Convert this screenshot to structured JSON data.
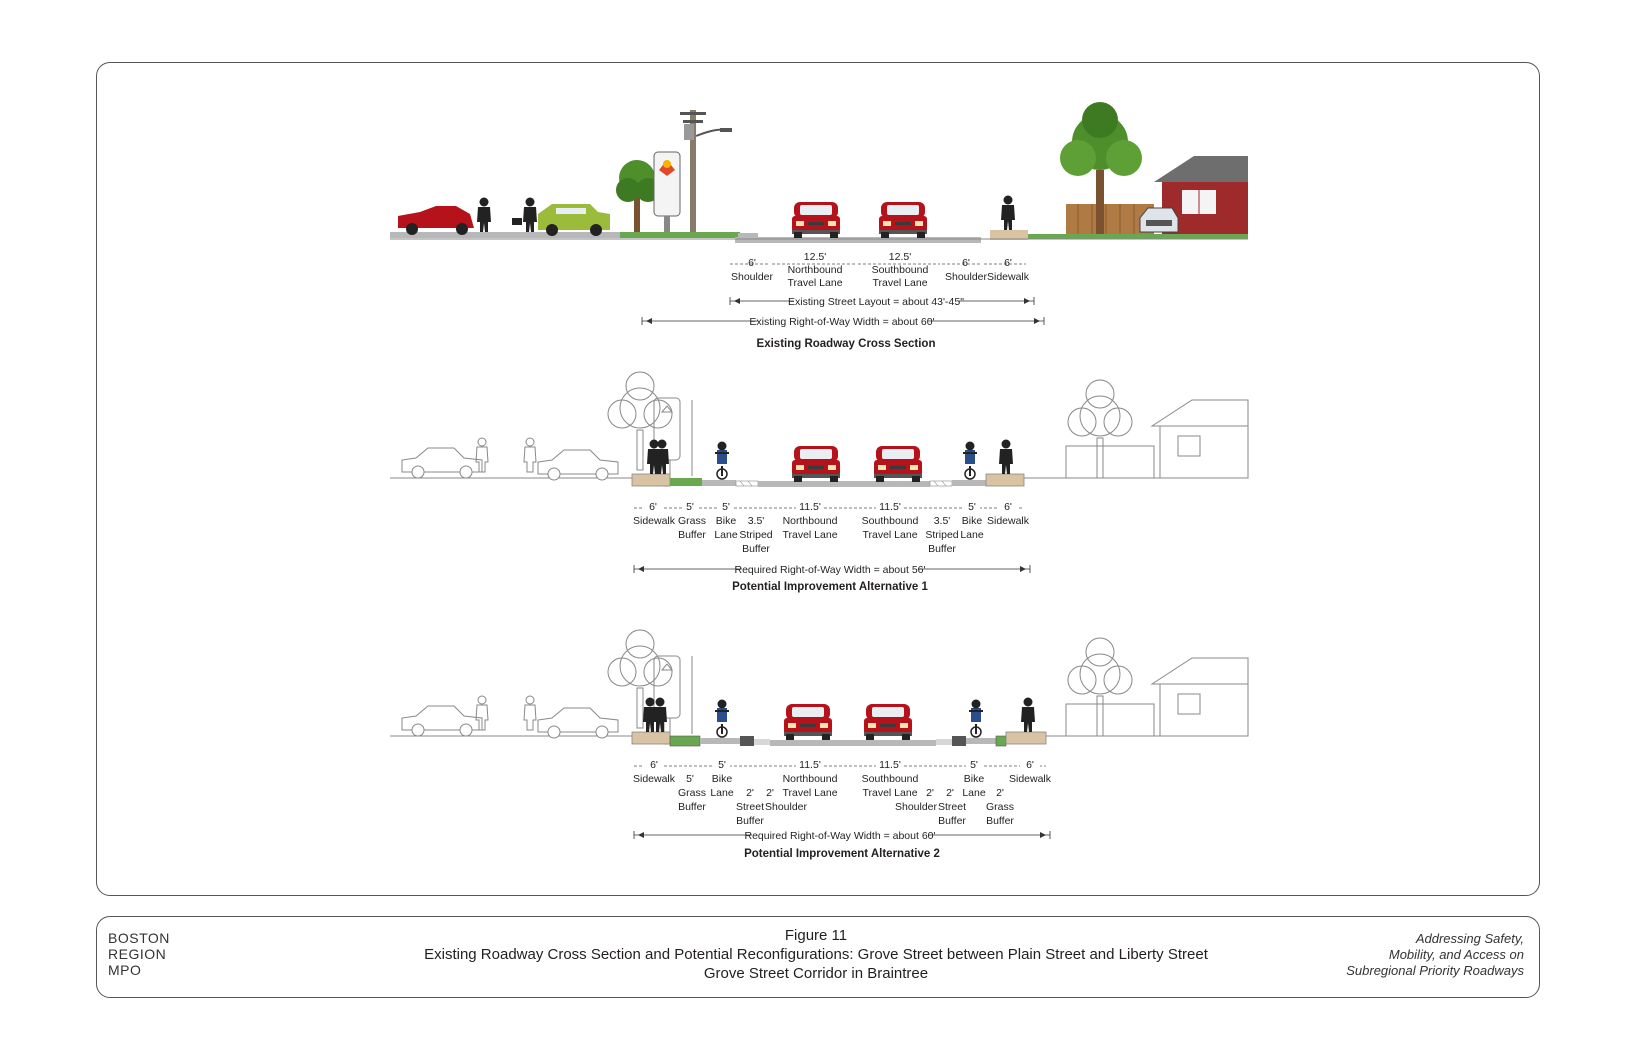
{
  "sections": [
    {
      "title": "Existing Roadway Cross Section",
      "labels": [
        {
          "dim": "6'",
          "lines": [
            "Shoulder"
          ]
        },
        {
          "dim": "12.5'",
          "lines": [
            "Northbound",
            "Travel Lane"
          ]
        },
        {
          "dim": "12.5'",
          "lines": [
            "Southbound",
            "Travel Lane"
          ]
        },
        {
          "dim": "6'",
          "lines": [
            "Shoulder"
          ]
        },
        {
          "dim": "6'",
          "lines": [
            "Sidewalk"
          ]
        }
      ],
      "extents": [
        "Existing Street Layout = about 43'-45\"",
        "Existing Right-of-Way Width = about 60'"
      ]
    },
    {
      "title": "Potential Improvement Alternative 1",
      "labels": [
        {
          "dim": "6'",
          "lines": [
            "Sidewalk"
          ]
        },
        {
          "dim": "5'",
          "lines": [
            "Grass",
            "Buffer"
          ]
        },
        {
          "dim": "5'",
          "lines": [
            "Bike",
            "Lane"
          ]
        },
        {
          "dim": "3.5'",
          "lines": [
            "Striped",
            "Buffer"
          ]
        },
        {
          "dim": "11.5'",
          "lines": [
            "Northbound",
            "Travel Lane"
          ]
        },
        {
          "dim": "11.5'",
          "lines": [
            "Southbound",
            "Travel Lane"
          ]
        },
        {
          "dim": "3.5'",
          "lines": [
            "Striped",
            "Buffer"
          ]
        },
        {
          "dim": "5'",
          "lines": [
            "Bike",
            "Lane"
          ]
        },
        {
          "dim": "6'",
          "lines": [
            "Sidewalk"
          ]
        }
      ],
      "extents": [
        "Required Right-of-Way Width = about 56'"
      ]
    },
    {
      "title": "Potential Improvement Alternative 2",
      "labels": [
        {
          "dim": "6'",
          "lines": [
            "Sidewalk"
          ]
        },
        {
          "dim": "5'",
          "lines": [
            "Grass",
            "Buffer"
          ]
        },
        {
          "dim": "5'",
          "lines": [
            "Bike",
            "Lane"
          ]
        },
        {
          "dim": "2'",
          "lines": [
            "Street",
            "Buffer"
          ]
        },
        {
          "dim": "2'",
          "lines": [
            "Shoulder"
          ]
        },
        {
          "dim": "11.5'",
          "lines": [
            "Northbound",
            "Travel Lane"
          ]
        },
        {
          "dim": "11.5'",
          "lines": [
            "Southbound",
            "Travel Lane"
          ]
        },
        {
          "dim": "2'",
          "lines": [
            "Shoulder"
          ]
        },
        {
          "dim": "2'",
          "lines": [
            "Street",
            "Buffer"
          ]
        },
        {
          "dim": "5'",
          "lines": [
            "Bike",
            "Lane"
          ]
        },
        {
          "dim": "2'",
          "lines": [
            "Grass",
            "Buffer"
          ]
        },
        {
          "dim": "6'",
          "lines": [
            "Sidewalk"
          ]
        }
      ],
      "extents": [
        "Required Right-of-Way Width = about 60'"
      ]
    }
  ],
  "footer": {
    "org_lines": [
      "BOSTON",
      "REGION",
      "MPO"
    ],
    "figure": "Figure 11",
    "title": "Existing Roadway Cross Section and Potential Reconfigurations: Grove Street between Plain Street and Liberty Street",
    "subtitle": "Grove Street Corridor in Braintree",
    "report_lines": [
      "Addressing Safety,",
      "Mobility, and Access on",
      "Subregional Priority Roadways"
    ]
  },
  "colors": {
    "car_red": "#b5121b",
    "car_green": "#9bbb3b",
    "house_red": "#9e2a2b",
    "tree_green": "#4e8f2c",
    "grass_green": "#6aa84f",
    "road_gray": "#b7b8ba",
    "sidewalk_tan": "#d9c3a3",
    "fence_brown": "#b07a45"
  }
}
